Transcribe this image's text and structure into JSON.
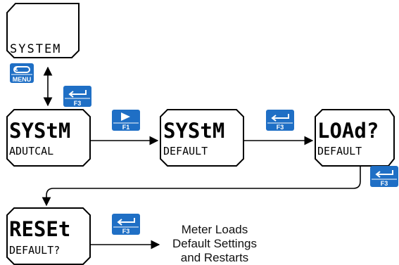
{
  "displays": {
    "system": {
      "line1": "SYSTEM"
    },
    "system_adutcal": {
      "line1": "SYStM",
      "line2": "ADUTCAL"
    },
    "system_default": {
      "line1": "SYStM",
      "line2": "DEFAULT"
    },
    "load_default": {
      "line1": "LOAd?",
      "line2": "DEFAULT"
    },
    "reset_default": {
      "line1": "RESEt",
      "line2": "DEFAULT?"
    }
  },
  "buttons": {
    "menu": {
      "label": "MENU"
    },
    "f3": {
      "label": "F3"
    },
    "f1": {
      "label": "F1"
    }
  },
  "note": {
    "line1": "Meter Loads",
    "line2": "Default Settings",
    "line3": "and Restarts"
  },
  "colors": {
    "button_blue": "#1f6fc5",
    "stroke": "#000000"
  }
}
